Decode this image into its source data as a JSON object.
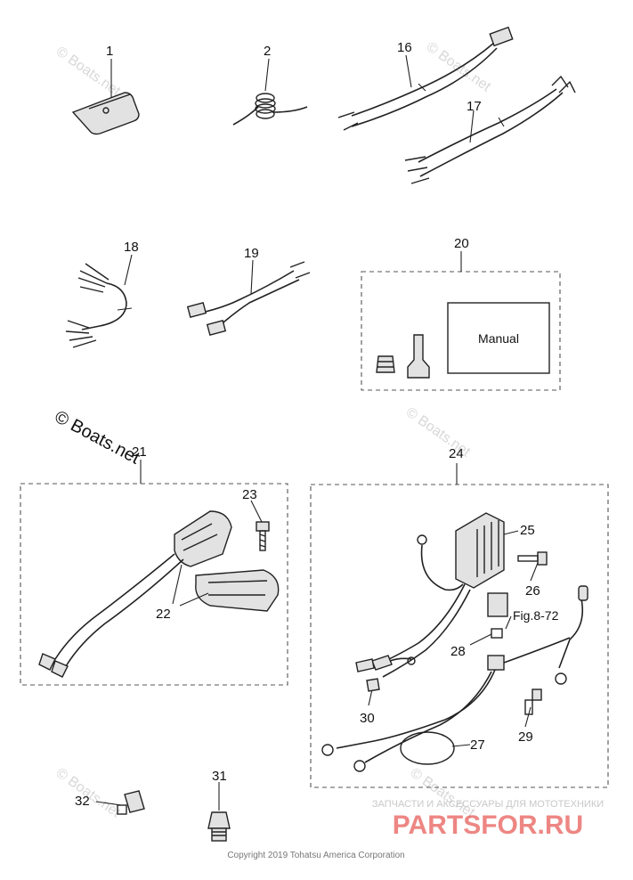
{
  "diagram": {
    "callouts": {
      "c1": "1",
      "c2": "2",
      "c16": "16",
      "c17": "17",
      "c18": "18",
      "c19": "19",
      "c20": "20",
      "c21": "21",
      "c22": "22",
      "c23": "23",
      "c24": "24",
      "c25": "25",
      "c26": "26",
      "c27": "27",
      "c28": "28",
      "c29": "29",
      "c30": "30",
      "c31": "31",
      "c32": "32"
    },
    "manual_label": "Manual",
    "fig_reference": "Fig.8-72",
    "watermarks": {
      "main": "© Boats.net",
      "faint": "© Boats.net"
    },
    "footer": {
      "shop_tagline": "ЗАПЧАСТИ И АКСЕССУАРЫ ДЛЯ МОТОТЕХНИКИ",
      "shop_logo": "PARTSFOR.RU",
      "copyright": "Copyright 2019 Tohatsu America Corporation"
    },
    "colors": {
      "logo_red": "#e0241f",
      "line": "#222222",
      "box_dash": "#555555"
    }
  }
}
